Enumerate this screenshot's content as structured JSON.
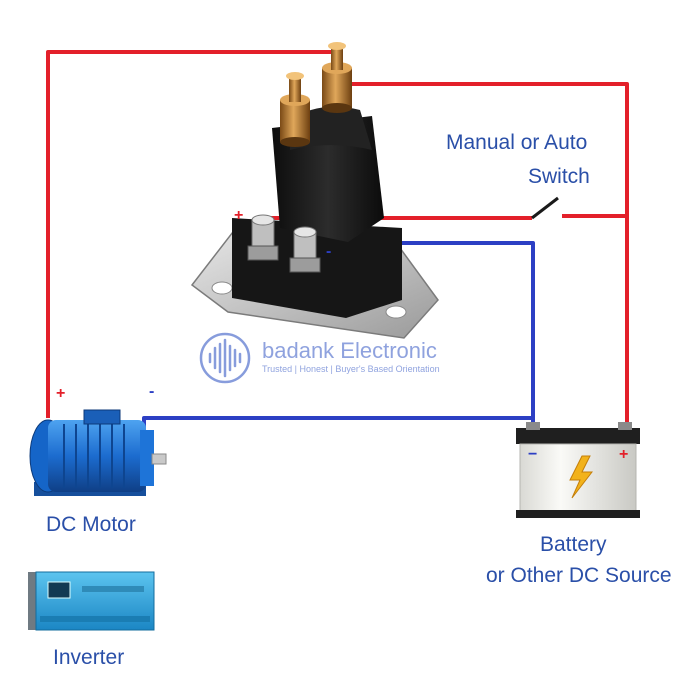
{
  "labels": {
    "switch_line1": "Manual or Auto",
    "switch_line2": "Switch",
    "motor": "DC Motor",
    "battery_line1": "Battery",
    "battery_line2": "or Other DC Source",
    "inverter": "Inverter"
  },
  "polarity": {
    "solenoid_plus": "+",
    "solenoid_minus": "-",
    "motor_plus": "+",
    "motor_minus": "-",
    "battery_plus": "+",
    "battery_minus": "−"
  },
  "watermark": {
    "brand": "badank Electronic",
    "tagline": "Trusted | Honest | Buyer's Based Orientation"
  },
  "colors": {
    "positive_wire": "#e3202a",
    "negative_wire": "#2c3fc4",
    "label_text": "#2a4fa8",
    "motor_body": "#1f6fd1",
    "battery_body": "#f1f1ee",
    "battery_bolt": "#f2b21b",
    "solenoid_body": "#1a1a1a",
    "terminal_copper": "#c98a3a",
    "inverter_body": "#2aa3dc"
  },
  "icons": [
    "sound-wave-icon",
    "lightning-bolt-icon"
  ]
}
